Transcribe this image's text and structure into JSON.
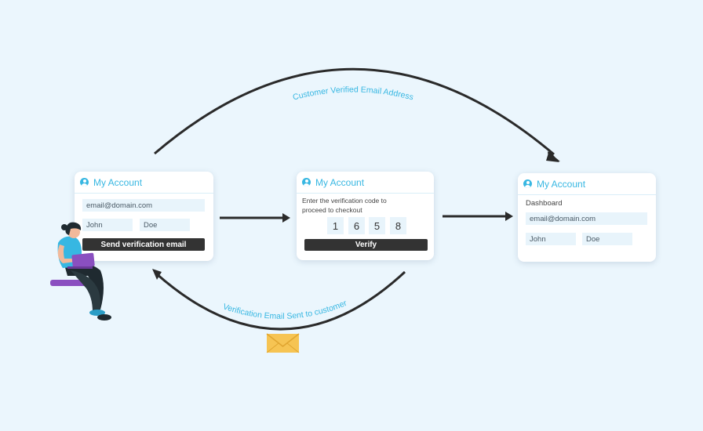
{
  "flow": {
    "top_label": "Customer Verified Email Address",
    "bottom_label": "Verification Email Sent to customer"
  },
  "card1": {
    "title": "My Account",
    "email": "email@domain.com",
    "first_name": "John",
    "last_name": "Doe",
    "button": "Send verification email"
  },
  "card2": {
    "title": "My Account",
    "instruction_line1": "Enter the verification code to",
    "instruction_line2": "proceed to checkout",
    "digits": [
      "1",
      "6",
      "5",
      "8"
    ],
    "button": "Verify"
  },
  "card3": {
    "title": "My Account",
    "section": "Dashboard",
    "email": "email@domain.com",
    "first_name": "John",
    "last_name": "Doe"
  },
  "colors": {
    "accent": "#37b7e2",
    "background": "#ebf6fd",
    "button": "#333333",
    "envelope": "#f6c453"
  }
}
